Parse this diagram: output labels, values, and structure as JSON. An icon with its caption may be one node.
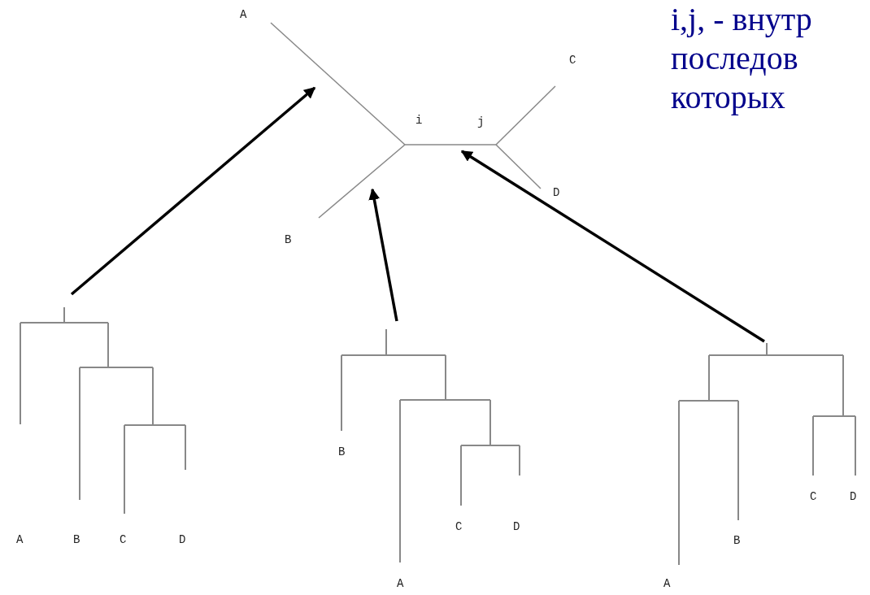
{
  "diagram": {
    "nodes": [
      {
        "text": [],
        "shape": "line"
      },
      {
        "text": [],
        "shape": "line"
      },
      {
        "text": [],
        "shape": "line"
      },
      {
        "text": [
          "A",
          "B",
          "C",
          "D"
        ]
      },
      {
        "text": [
          "B",
          "C",
          "D",
          "A"
        ]
      },
      {
        "text": [
          "C",
          "D",
          "B",
          "A"
        ]
      }
    ],
    "edges": [
      {
        "from": 3,
        "to": 0,
        "arrow": "to"
      },
      {
        "from": 4,
        "to": 2,
        "arrow": "to"
      },
      {
        "from": 5,
        "to": 1,
        "arrow": "to"
      }
    ],
    "labels": [
      "A",
      "i,j, - внутр последов которых",
      "C",
      "i",
      "j",
      "D",
      "B"
    ]
  }
}
